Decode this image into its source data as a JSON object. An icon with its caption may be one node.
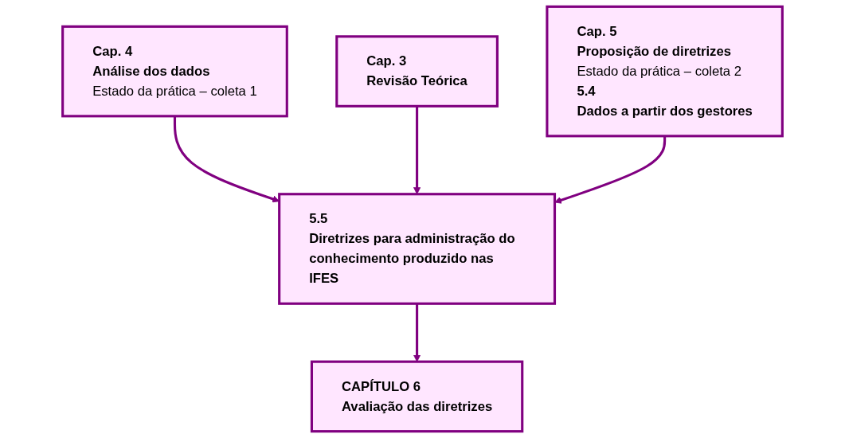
{
  "diagram": {
    "nodes": [
      {
        "text": [
          "Cap. 4",
          "Análise dos dados",
          "Estado da prática – coleta 1"
        ]
      },
      {
        "text": [
          "Cap. 3",
          "Revisão Teórica"
        ]
      },
      {
        "text": [
          "5.5",
          "Diretrizes para administração do conhecimento produzido nas IFES"
        ]
      },
      {
        "text": [
          "Cap. 5",
          "Proposição de diretrizes",
          "Estado da prática – coleta 2",
          "5.4",
          "Dados a partir dos gestores"
        ]
      },
      {
        "text": [
          "CAPÍTULO 6",
          "Avaliação das diretrizes"
        ]
      }
    ],
    "edges": [
      {
        "from": 0,
        "to": 2,
        "arrow": "to"
      },
      {
        "from": 1,
        "to": 2,
        "arrow": "to"
      },
      {
        "from": 3,
        "to": 2,
        "arrow": "to"
      },
      {
        "from": 2,
        "to": 4,
        "arrow": "to"
      }
    ]
  }
}
